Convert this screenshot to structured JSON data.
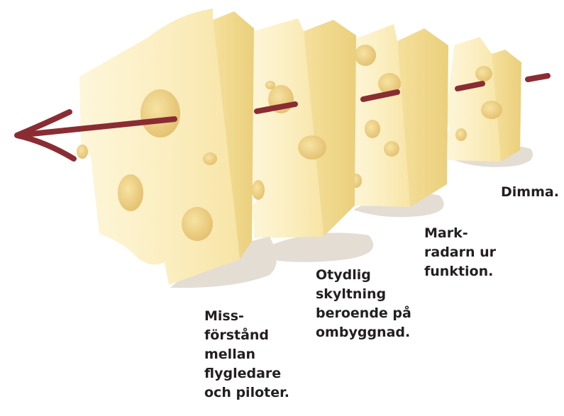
{
  "colors": {
    "cheese_face": "#fbeec0",
    "cheese_light": "#fdf6da",
    "cheese_side": "#f2d98a",
    "cheese_shadow": "#e7cd84",
    "hole": "#efd28a",
    "hole_shade": "#e2bd6b",
    "floor_shadow": "#e3ddd4",
    "arrow": "#8a2d33",
    "text": "#231f20"
  },
  "labels": {
    "layer1": [
      "Miss-",
      "förstånd",
      "mellan",
      "flygledare",
      "och piloter."
    ],
    "layer2": [
      "Otydlig",
      "skyltning",
      "beroende på",
      "ombyggnad."
    ],
    "layer3": [
      "Mark-",
      "radarn ur",
      "funktion."
    ],
    "layer4": [
      "Dimma."
    ]
  }
}
